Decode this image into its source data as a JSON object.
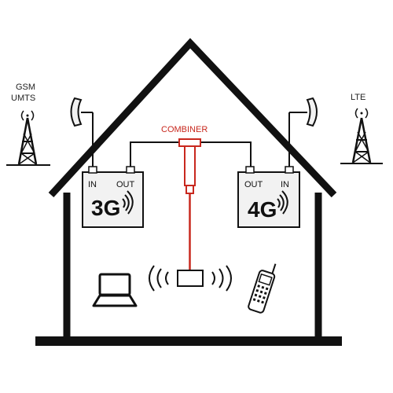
{
  "labels": {
    "tower_left_line1": "GSM",
    "tower_left_line2": "UMTS",
    "tower_right": "LTE",
    "combiner": "COMBINER",
    "unit_left_in": "IN",
    "unit_left_out": "OUT",
    "unit_left_band": "3G",
    "unit_right_out": "OUT",
    "unit_right_in": "IN",
    "unit_right_band": "4G"
  },
  "colors": {
    "outline": "#111111",
    "combiner": "#c8281e",
    "box_fill": "#f2f2f2"
  },
  "icons": [
    "cell-tower-icon",
    "panel-antenna-icon",
    "combiner-icon",
    "indoor-antenna-icon",
    "laptop-icon",
    "mobile-phone-icon",
    "signal-icon"
  ]
}
